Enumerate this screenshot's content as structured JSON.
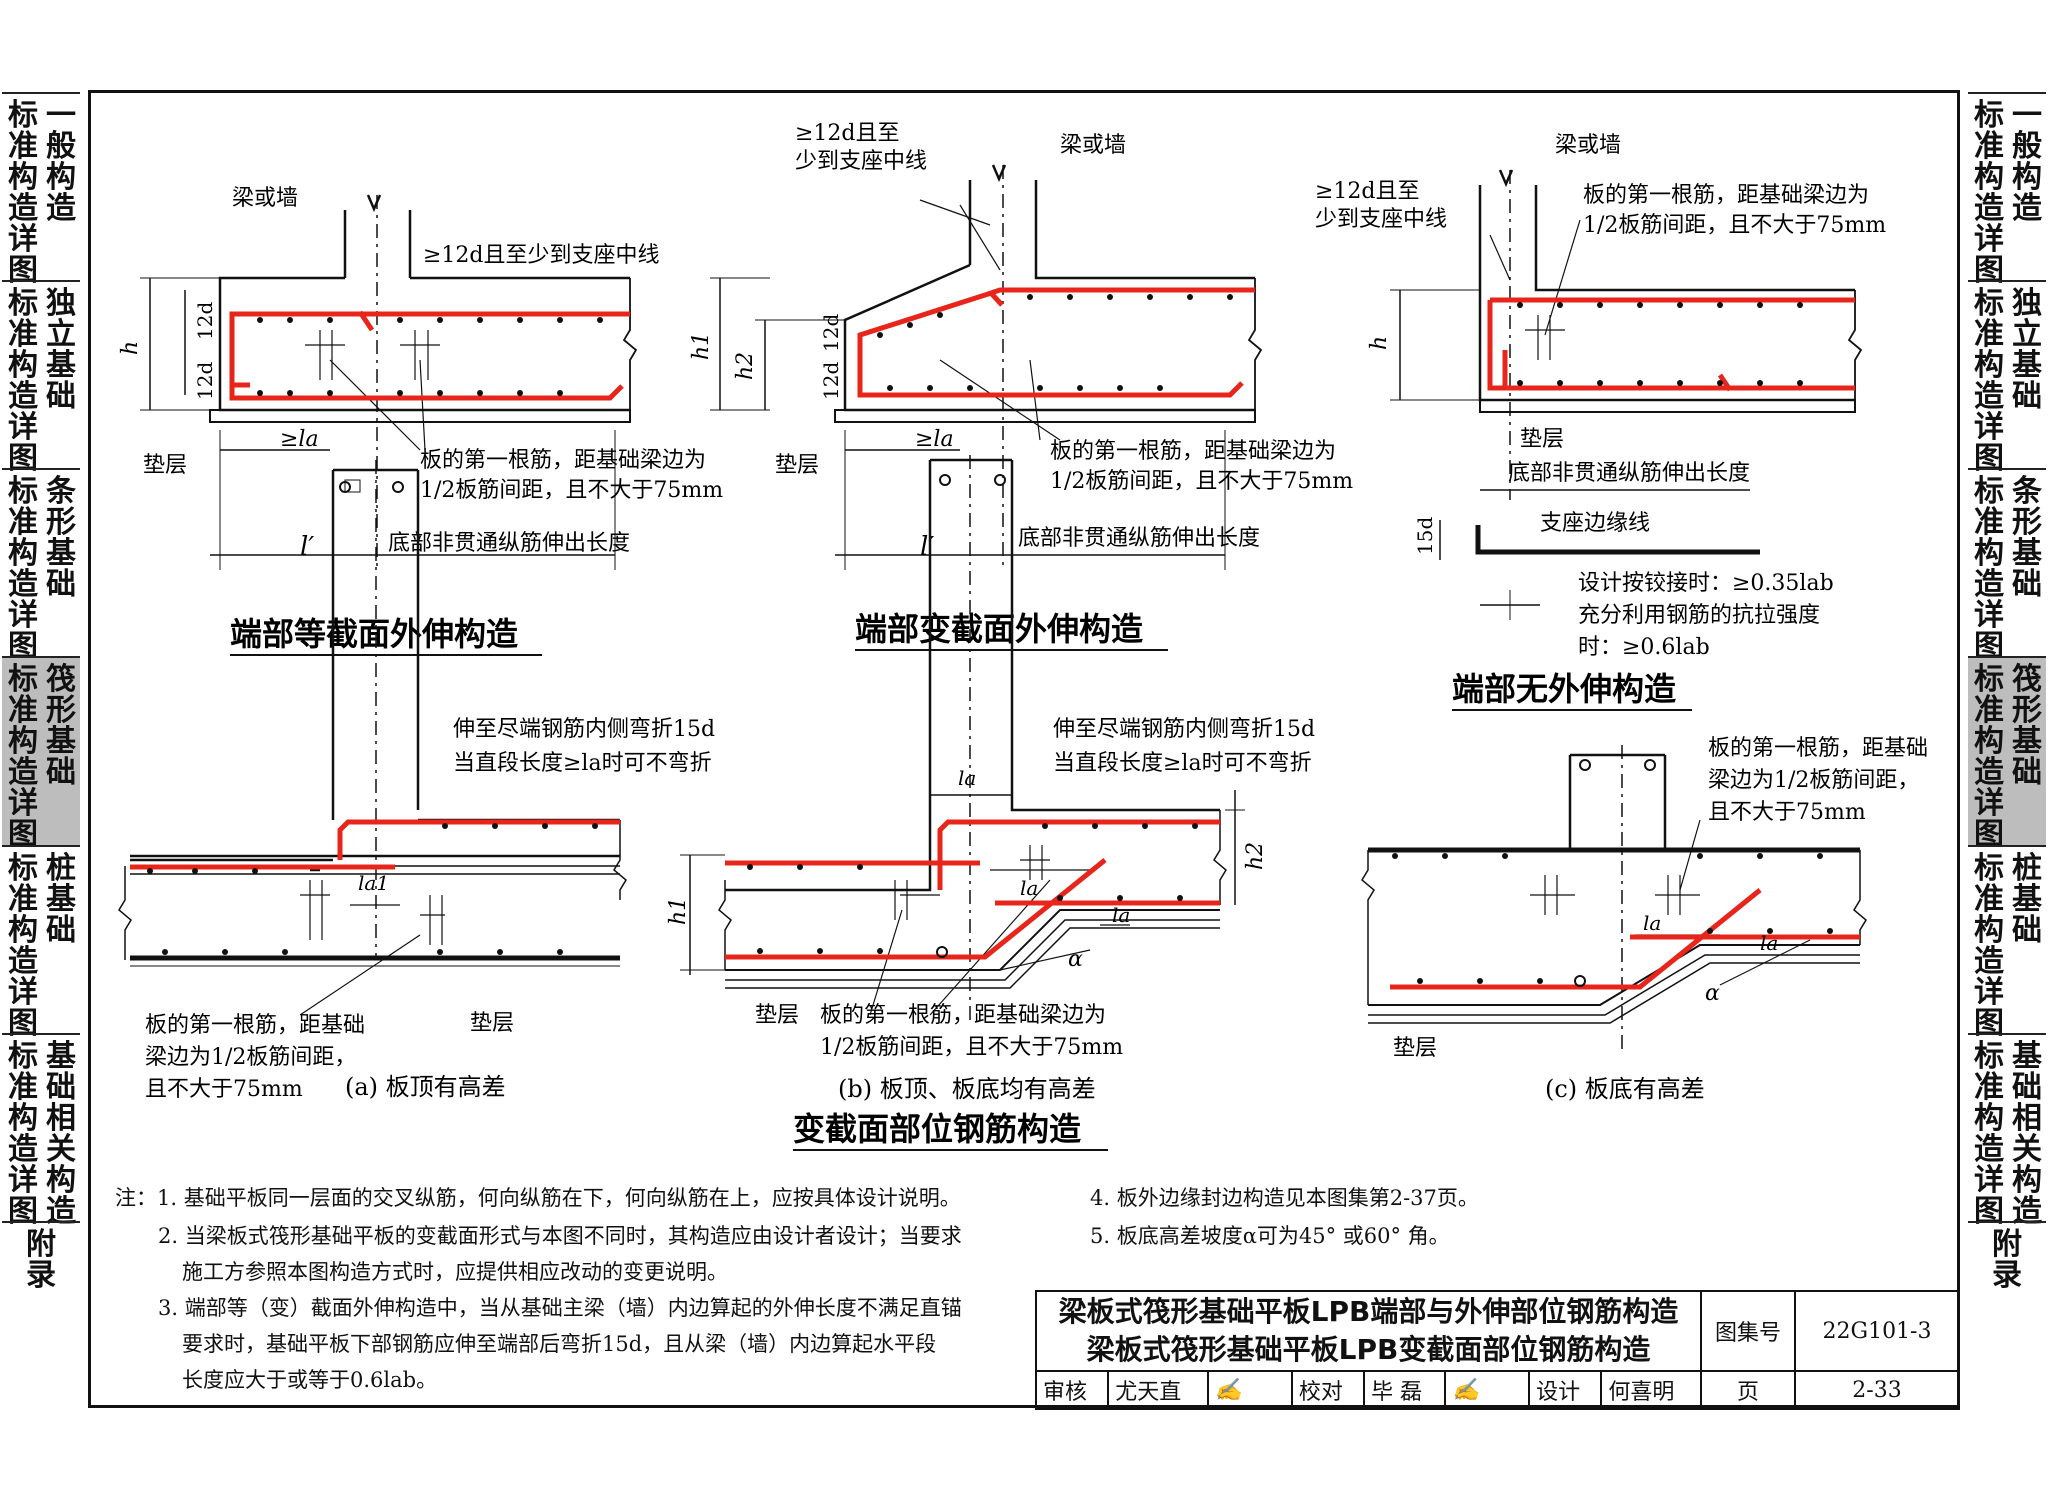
{
  "side_tabs": [
    {
      "c1": "标准构造详图",
      "c2": "一般构造"
    },
    {
      "c1": "标准构造详图",
      "c2": "独立基础"
    },
    {
      "c1": "标准构造详图",
      "c2": "条形基础"
    },
    {
      "c1": "标准构造详图",
      "c2": "筏形基础",
      "active": true
    },
    {
      "c1": "标准构造详图",
      "c2": "桩基础"
    },
    {
      "c1": "标准构造详图",
      "c2": "基础相关构造"
    },
    {
      "c1": "附录",
      "c2": ""
    }
  ],
  "diagrams": {
    "d1": {
      "title": "端部等截面外伸构造",
      "beam_wall": "梁或墙",
      "anchor_top": "≥12d且至少到支座中线",
      "h": "h",
      "d12a": "12d",
      "d12b": "12d",
      "cushion": "垫层",
      "la": "≥la",
      "first_bar": "板的第一根筋，距基础梁边为",
      "first_bar2": "1/2板筋间距，且不大于75mm",
      "lprime": "l′",
      "extend": "底部非贯通纵筋伸出长度"
    },
    "d2": {
      "title": "端部变截面外伸构造",
      "anchor1": "≥12d且至",
      "anchor2": "少到支座中线",
      "beam_wall": "梁或墙",
      "h1": "h1",
      "h2": "h2",
      "d12": "12d",
      "d12b": "12d",
      "cushion": "垫层",
      "la": "≥la",
      "first_bar": "板的第一根筋，距基础梁边为",
      "first_bar2": "1/2板筋间距，且不大于75mm",
      "lprime": "l′",
      "extend": "底部非贯通纵筋伸出长度"
    },
    "d3": {
      "title": "端部无外伸构造",
      "beam_wall": "梁或墙",
      "anchor1": "≥12d且至",
      "anchor2": "少到支座中线",
      "first_bar": "板的第一根筋，距基础梁边为",
      "first_bar2": "1/2板筋间距，且不大于75mm",
      "h": "h",
      "cushion": "垫层",
      "extend": "底部非贯通纵筋伸出长度",
      "support_edge": "支座边缘线",
      "d15": "15d",
      "hinge": "设计按铰接时：≥0.35lab",
      "full1": "充分利用钢筋的抗拉强度",
      "full2": "时：≥0.6lab"
    },
    "da": {
      "caption": "(a)  板顶有高差",
      "bend1": "伸至尽端钢筋内侧弯折15d",
      "bend2": "当直段长度≥la时可不弯折",
      "la1": "la1",
      "first1": "板的第一根筋，距基础",
      "first2": "梁边为1/2板筋间距，",
      "first3": "且不大于75mm",
      "cushion": "垫层"
    },
    "db": {
      "caption": "(b)  板顶、板底均有高差",
      "bend1": "伸至尽端钢筋内侧弯折15d",
      "bend2": "当直段长度≥la时可不弯折",
      "la": "la",
      "la2": "la",
      "la3": "la",
      "h1": "h1",
      "h2": "h2",
      "alpha": "α",
      "cushion": "垫层",
      "first1": "板的第一根筋，距基础梁边为",
      "first2": "1/2板筋间距，且不大于75mm"
    },
    "dc": {
      "caption": "(c)  板底有高差",
      "first1": "板的第一根筋，距基础",
      "first2": "梁边为1/2板筋间距，",
      "first3": "且不大于75mm",
      "la": "la",
      "la2": "la",
      "alpha": "α",
      "cushion": "垫层"
    },
    "bottom_title": "变截面部位钢筋构造"
  },
  "notes": {
    "n1": "注：1. 基础平板同一层面的交叉纵筋，何向纵筋在下，何向纵筋在上，应按具体设计说明。",
    "n2": "2. 当梁板式筏形基础平板的变截面形式与本图不同时，其构造应由设计者设计；当要求",
    "n2b": "施工方参照本图构造方式时，应提供相应改动的变更说明。",
    "n3": "3. 端部等（变）截面外伸构造中，当从基础主梁（墙）内边算起的外伸长度不满足直锚",
    "n3b": "要求时，基础平板下部钢筋应伸至端部后弯折15d，且从梁（墙）内边算起水平段",
    "n3c": "长度应大于或等于0.6lab。",
    "n4": "4. 板外边缘封边构造见本图集第2-37页。",
    "n5": "5. 板底高差坡度α可为45° 或60° 角。"
  },
  "title_block": {
    "title1": "梁板式筏形基础平板LPB端部与外伸部位钢筋构造",
    "title2": "梁板式筏形基础平板LPB变截面部位钢筋构造",
    "atlas_label": "图集号",
    "atlas_no": "22G101-3",
    "review": "审核",
    "reviewer": "尤天直",
    "check": "校对",
    "checker": "毕 磊",
    "design": "设计",
    "designer": "何喜明",
    "page_label": "页",
    "page_no": "2-33"
  }
}
